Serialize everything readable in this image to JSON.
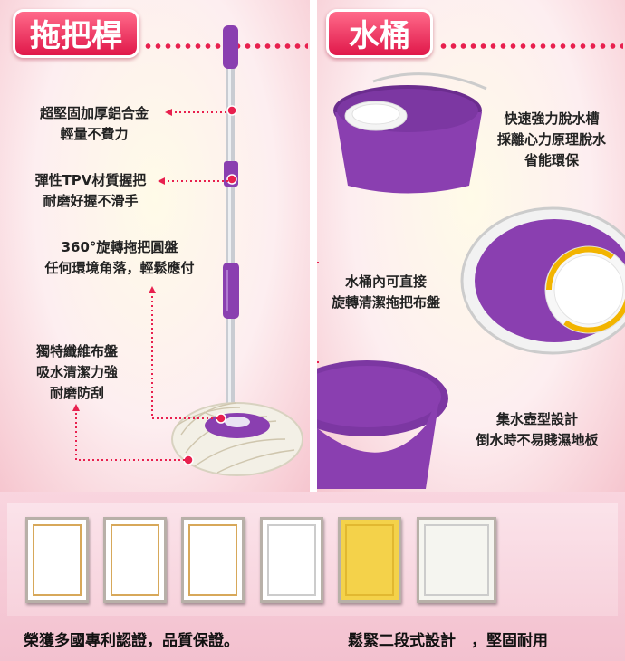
{
  "left_panel": {
    "title": "拖把桿",
    "features": [
      {
        "lines": [
          "超堅固加厚鋁合金",
          "輕量不費力"
        ]
      },
      {
        "lines": [
          "彈性TPV材質握把",
          "耐磨好握不滑手"
        ]
      },
      {
        "lines": [
          "360°旋轉拖把圓盤",
          "任何環境角落，輕鬆應付"
        ]
      },
      {
        "lines": [
          "獨特纖維布盤",
          "吸水清潔力強",
          "耐磨防刮"
        ]
      }
    ]
  },
  "right_panel": {
    "title": "水桶",
    "features": [
      {
        "lines": [
          "快速強力脫水槽",
          "採離心力原理脫水",
          "省能環保"
        ]
      },
      {
        "lines": [
          "水桶內可直接",
          "旋轉清潔拖把布盤"
        ]
      },
      {
        "lines": [
          "集水壺型設計",
          "倒水時不易賤濕地板"
        ]
      }
    ]
  },
  "certificates": {
    "caption_left": "榮獲多國專利認證，品質保證。",
    "caption_right": "鬆緊二段式設計　，堅固耐用"
  },
  "colors": {
    "accent": "#e0184a",
    "purple": "#8a3fb0",
    "gold": "#d7a85a"
  }
}
